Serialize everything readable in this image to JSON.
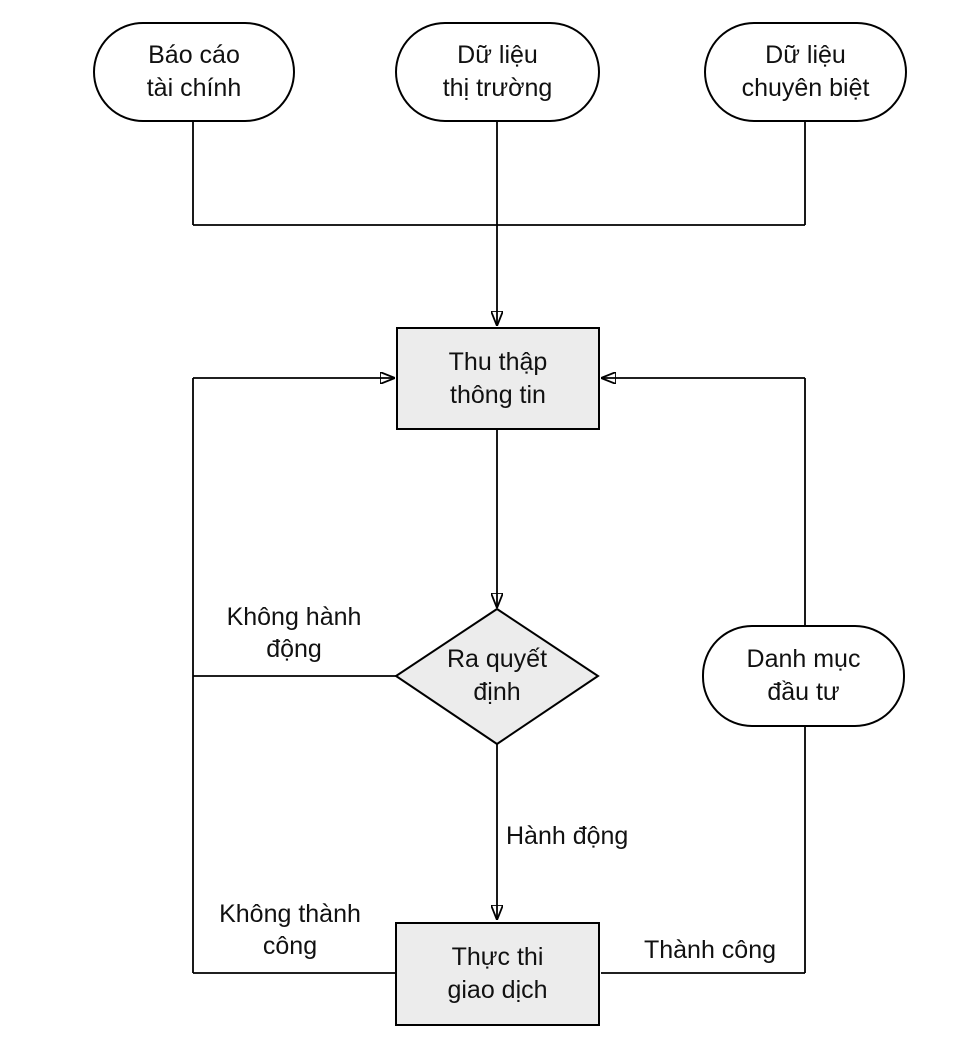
{
  "diagram": {
    "type": "flowchart",
    "language": "vi",
    "colors": {
      "process_fill": "#ececec",
      "stadium_fill": "#ffffff",
      "line": "#000000",
      "text": "#111111"
    },
    "nodes": {
      "financial_reports": "Báo cáo\ntài chính",
      "market_data": "Dữ liệu\nthị trường",
      "specialized_data": "Dữ liệu\nchuyên biệt",
      "collect_info": "Thu thập\nthông tin",
      "decision": "Ra quyết\nđịnh",
      "portfolio": "Danh mục\nđầu tư",
      "execute_trade": "Thực thi\ngiao dịch"
    },
    "edge_labels": {
      "no_action": "Không hành\nđộng",
      "action": "Hành động",
      "unsuccessful": "Không thành\ncông",
      "successful": "Thành công"
    }
  }
}
